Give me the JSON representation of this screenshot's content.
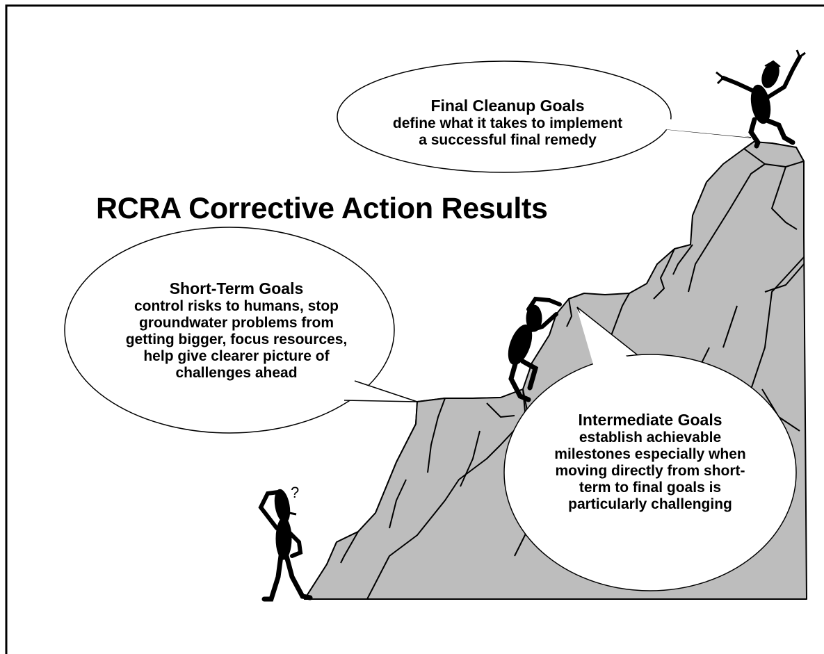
{
  "title": "RCRA Corrective Action Results",
  "bubbles": {
    "final": {
      "heading": "Final Cleanup Goals",
      "lines": [
        "define what it takes to implement",
        "a successful final remedy"
      ]
    },
    "short_term": {
      "heading": "Short-Term Goals",
      "lines": [
        "control risks to humans, stop",
        "groundwater problems from",
        "getting bigger, focus resources,",
        "help give clearer picture of",
        "challenges ahead"
      ]
    },
    "intermediate": {
      "heading": "Intermediate Goals",
      "lines": [
        "establish achievable",
        "milestones especially when",
        "moving directly from short-",
        "term to final goals is",
        "particularly challenging"
      ]
    }
  },
  "confused_figure_mark": "?",
  "colors": {
    "rock": "#bdbdbd",
    "figure": "#000000",
    "bubble": "#ffffff",
    "border": "#000000"
  },
  "icons": [
    "mountain-cliff",
    "confused-figure-icon",
    "climbing-figure-icon",
    "celebrating-figure-icon"
  ]
}
